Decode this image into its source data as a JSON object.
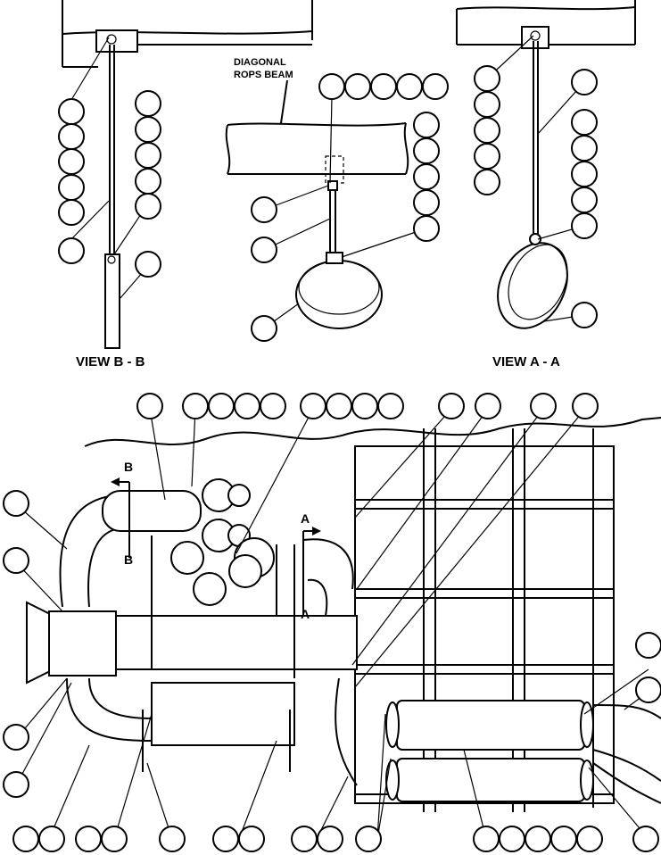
{
  "labels": {
    "diagonal_rops_beam": [
      "DIAGONAL",
      "ROPS BEAM"
    ],
    "view_b": "VIEW B - B",
    "view_a": "VIEW A - A",
    "section_b_top": "B",
    "section_b_bottom": "B",
    "section_a_top": "A",
    "section_a_bottom": "A"
  }
}
